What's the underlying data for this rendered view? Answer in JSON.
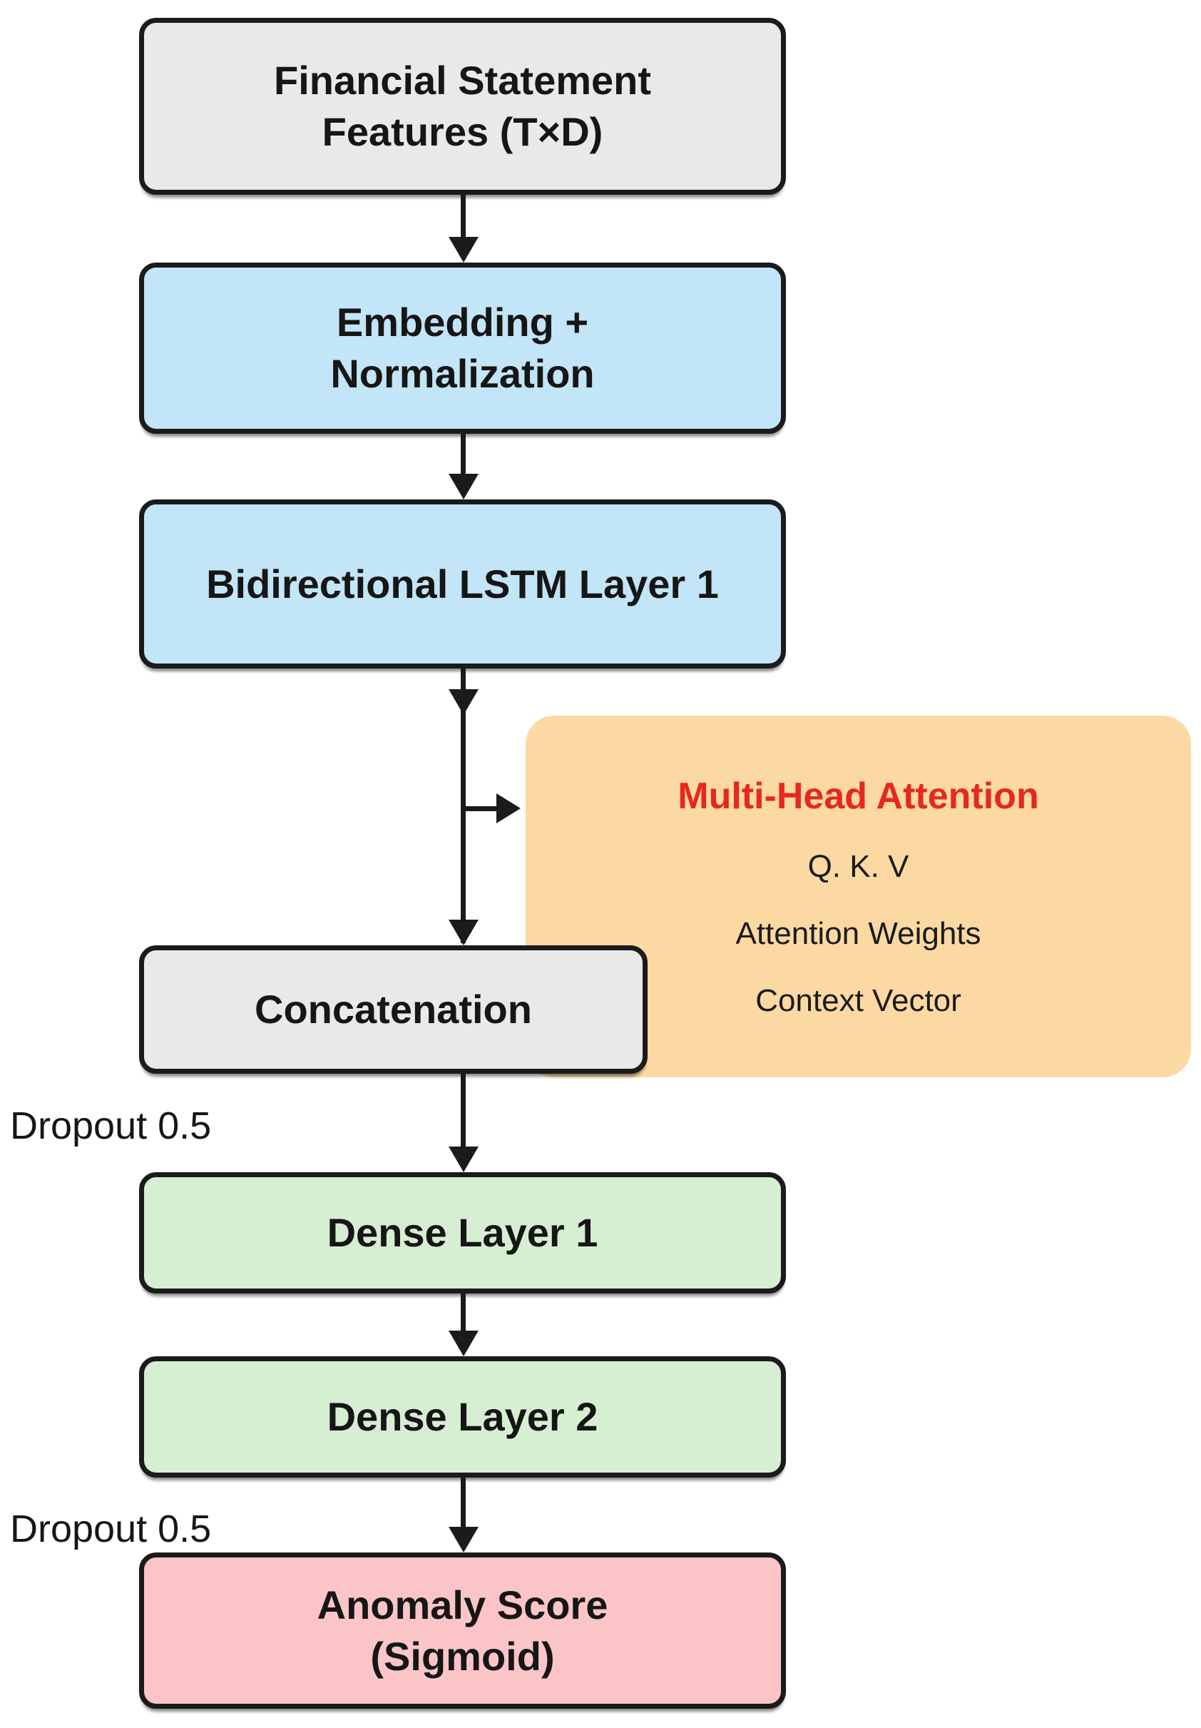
{
  "colors": {
    "background": "#ffffff",
    "ink": "#1b1b1b",
    "box_gray": "#E9E9EA",
    "box_blue": "#C2E5F7",
    "box_green": "#D6EED2",
    "box_pink": "#FBC5C8",
    "attention_panel": "#FCD9A2",
    "attention_title_red": "#E5291F"
  },
  "nodes": {
    "input": {
      "line1": "Financial Statement",
      "line2": "Features (T×D)"
    },
    "embedding": {
      "line1": "Embedding +",
      "line2": "Normalization"
    },
    "lstm": {
      "label": "Bidirectional LSTM Layer 1"
    },
    "attention": {
      "title": "Multi-Head Attention",
      "items": [
        "Q. K. V",
        "Attention Weights",
        "Context Vector"
      ]
    },
    "concatenation": {
      "label": "Concatenation"
    },
    "dense1": {
      "label": "Dense Layer 1"
    },
    "dense2": {
      "label": "Dense Layer 2"
    },
    "output": {
      "line1": "Anomaly Score",
      "line2": "(Sigmoid)"
    }
  },
  "annotations": {
    "dropout1": "Dropout 0.5",
    "dropout2": "Dropout 0.5"
  }
}
